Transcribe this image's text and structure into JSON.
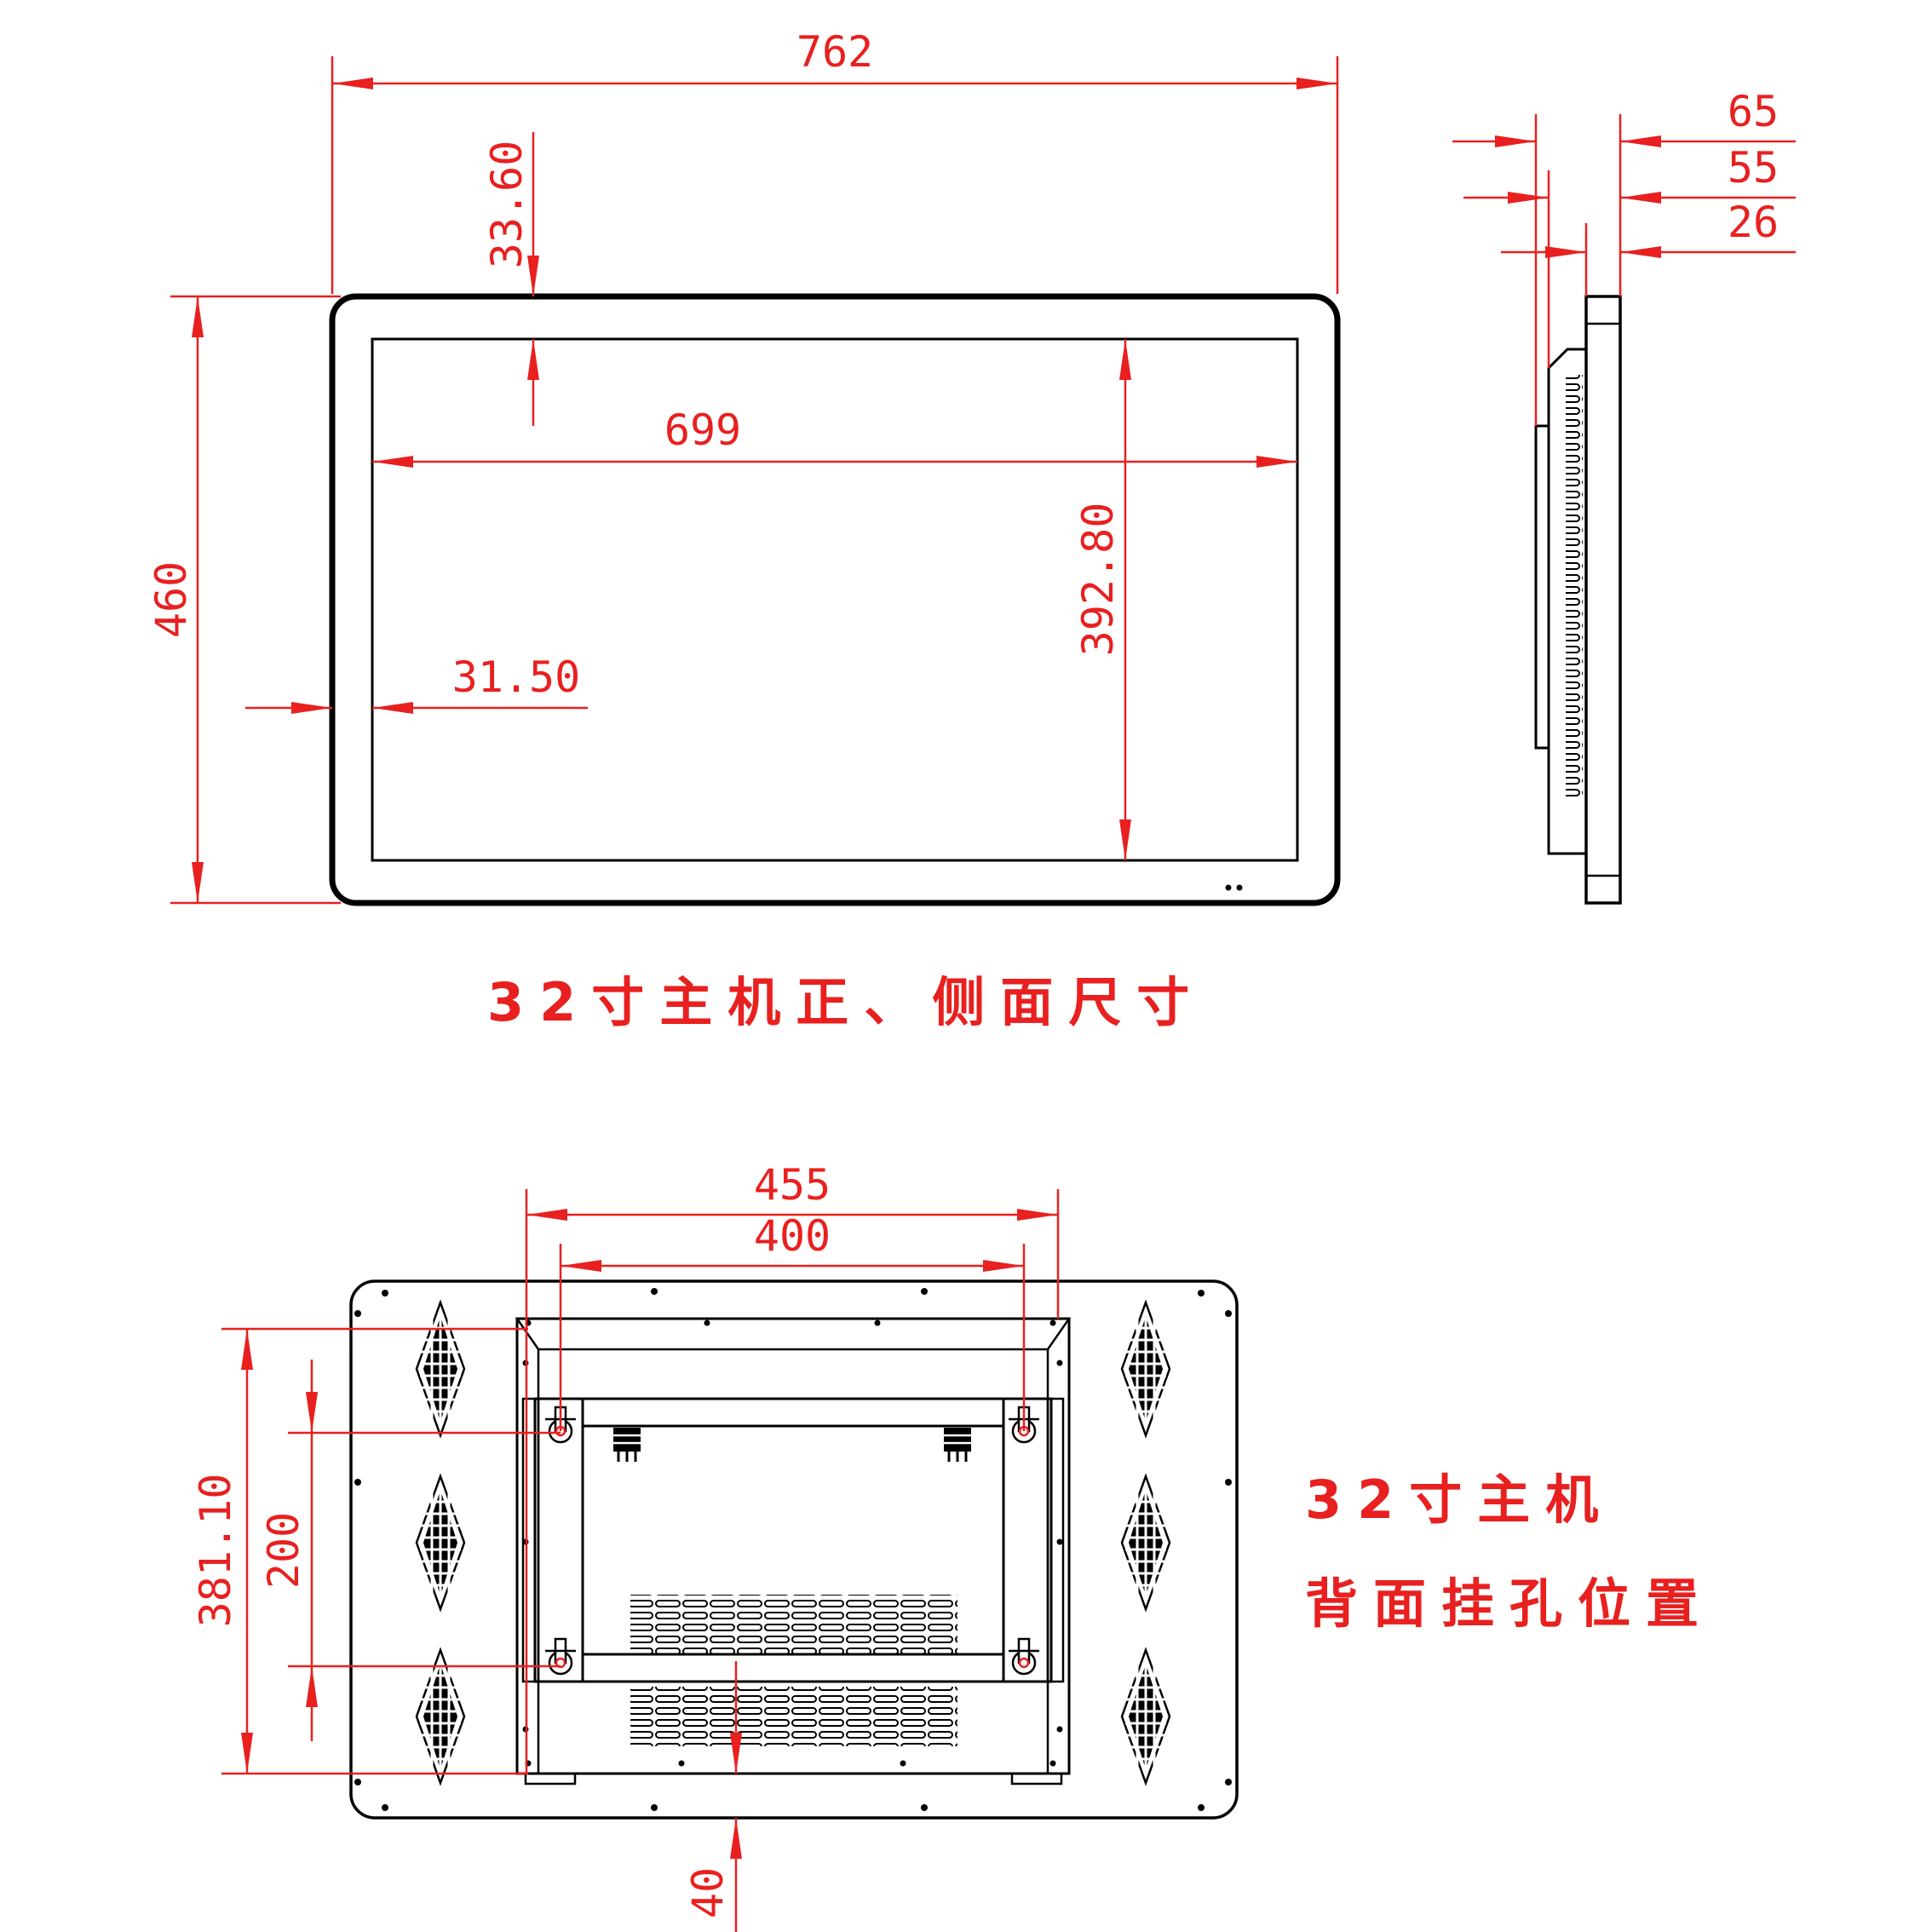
{
  "front": {
    "total_width": "762",
    "top_bezel": "33.60",
    "screen_width": "699",
    "total_height": "460",
    "screen_height": "392.80",
    "side_bezel": "31.50"
  },
  "side": {
    "depth_total": "65",
    "depth_mid": "55",
    "depth_panel": "26"
  },
  "back": {
    "bracket_outer": "455",
    "hole_spacing_h": "400",
    "bracket_height": "381.10",
    "hole_spacing_v": "200",
    "bottom_offset": "40"
  },
  "captions": {
    "front_side": "32寸主机正、侧面尺寸",
    "back_line1": "32寸主机",
    "back_line2": "背面挂孔位置"
  },
  "colors": {
    "dimension": "#e8201f",
    "outline": "#000000"
  }
}
